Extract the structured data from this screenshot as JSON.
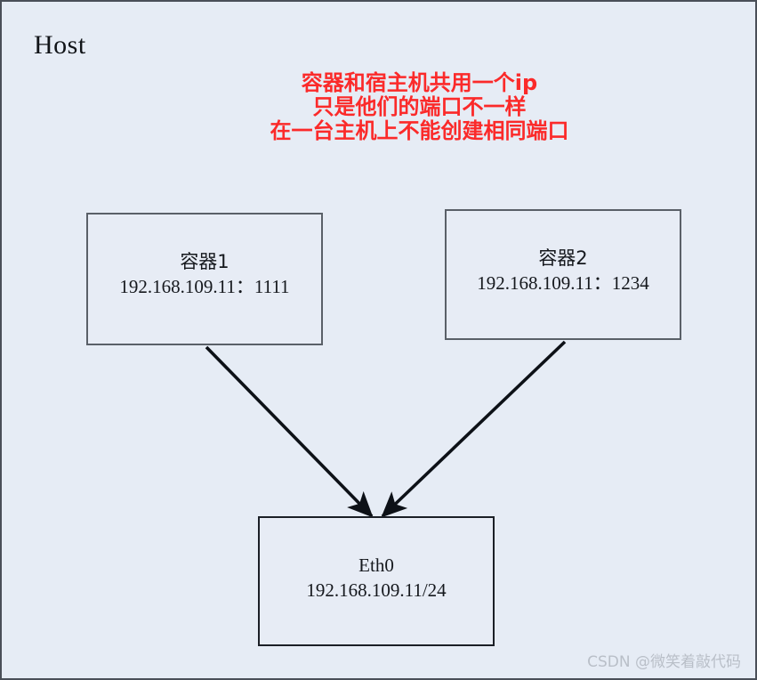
{
  "diagram": {
    "title": "Host",
    "background_color": "#e6ecf5",
    "border_color": "#4a4f58",
    "note": {
      "color": "#fb2a2a",
      "lines": [
        "容器和宿主机共用一个ip",
        "只是他们的端口不一样",
        "在一台主机上不能创建相同端口"
      ]
    },
    "nodes": [
      {
        "id": "container-1",
        "title": "容器1",
        "address": "192.168.109.11：1111"
      },
      {
        "id": "container-2",
        "title": "容器2",
        "address": "192.168.109.11：1234"
      },
      {
        "id": "eth0",
        "title": "Eth0",
        "address": "192.168.109.11/24"
      }
    ],
    "edges": [
      {
        "id": "edge-container1-eth0",
        "from": "container-1",
        "to": "eth0"
      },
      {
        "id": "edge-container2-eth0",
        "from": "container-2",
        "to": "eth0"
      }
    ],
    "edge_color": "#0d1117"
  },
  "watermark": {
    "text": "CSDN @微笑着敲代码",
    "color": "#b9bfc8"
  }
}
